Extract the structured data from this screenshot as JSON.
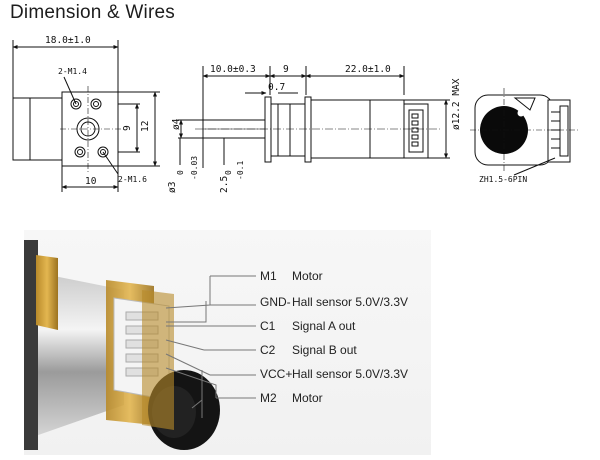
{
  "header": {
    "title": "Dimension & Wires"
  },
  "front_view": {
    "width_dim": "18.0±1.0",
    "screw_top": "2-M1.4",
    "screw_bottom": "2-M1.6",
    "height_9": "9",
    "height_12": "12",
    "bottom_10": "10"
  },
  "side_view": {
    "shaft_len": "10.0±0.3",
    "gear_len": "9",
    "gap": "0.7",
    "motor_len": "22.0±1.0",
    "shaft_d4": "ø4",
    "shaft_d3": "ø3",
    "tol_a": "0",
    "tol_b": "-0.03",
    "flat": "2.5",
    "tol_c": "0",
    "tol_d": "-0.1",
    "motor_dia": "ø12.2 MAX"
  },
  "end_view": {
    "connector": "ZH1.5-6PIN"
  },
  "wires": [
    {
      "pin": "M1",
      "desc": "Motor"
    },
    {
      "pin": "GND-",
      "desc": "Hall sensor 5.0V/3.3V"
    },
    {
      "pin": "C1",
      "desc": "Signal A out"
    },
    {
      "pin": "C2",
      "desc": "Signal B out"
    },
    {
      "pin": "VCC+",
      "desc": "Hall sensor 5.0V/3.3V"
    },
    {
      "pin": "M2",
      "desc": "Motor"
    }
  ]
}
